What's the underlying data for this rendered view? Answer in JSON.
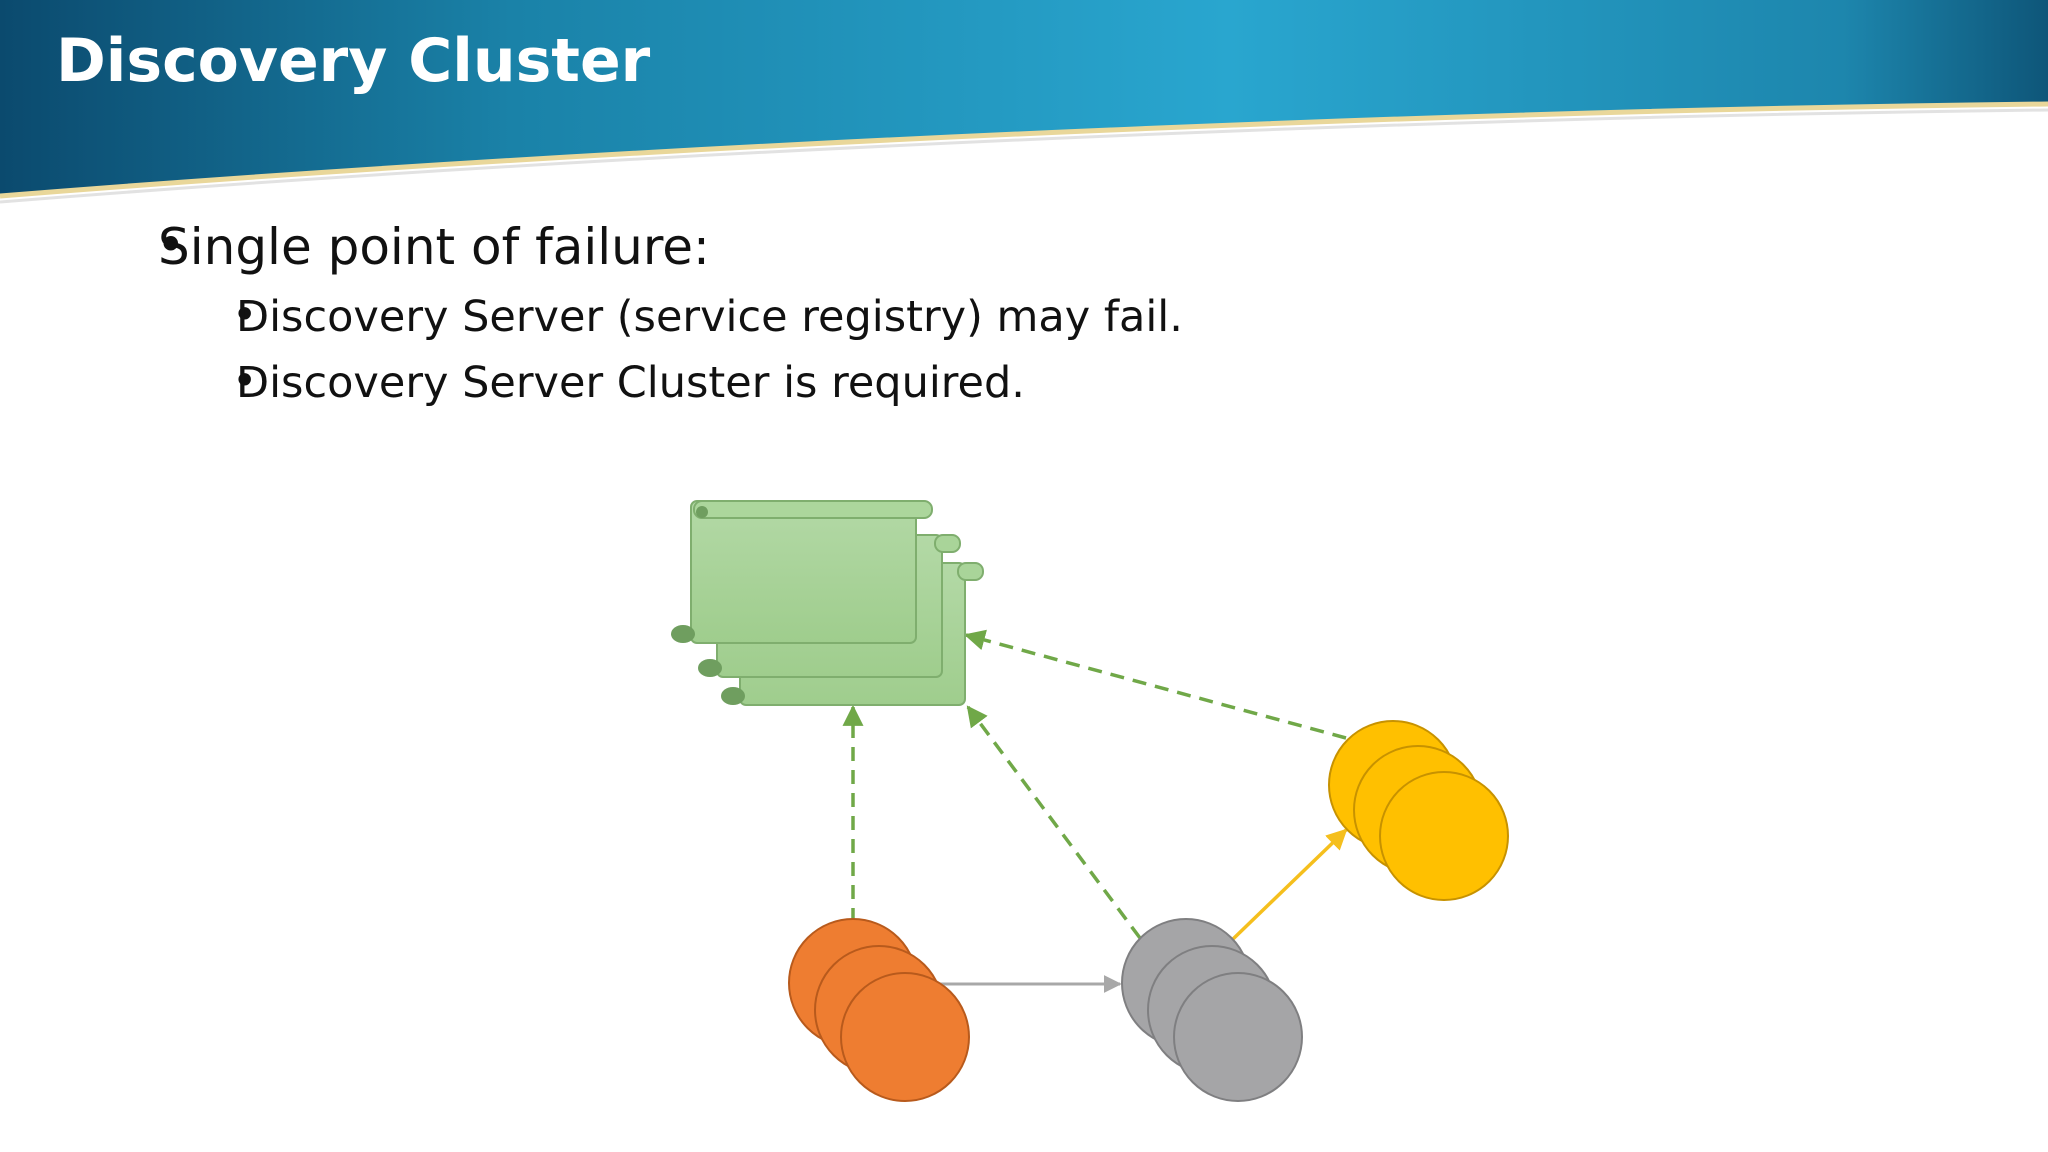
{
  "slide": {
    "title": "Discovery Cluster",
    "bullets": [
      {
        "level": 1,
        "text": "Single point of failure:"
      },
      {
        "level": 2,
        "text": "Discovery Server (service registry) may fail."
      },
      {
        "level": 2,
        "text": "Discovery Server Cluster is required."
      }
    ]
  },
  "colors": {
    "header_blue_dark": "#0b4a6e",
    "header_blue_light": "#29a6cf",
    "header_accent_line": "#e9d79a",
    "registry_green": "#a5d394",
    "registry_green_dark": "#6f9e5f",
    "arrow_green": "#70a848",
    "orange": "#ee7d31",
    "gray": "#a5a5a7",
    "yellow": "#ffc000",
    "arrow_gray": "#a8a8a8",
    "arrow_yellow": "#f5bf1d"
  },
  "diagram": {
    "nodes": [
      {
        "id": "registry",
        "shape": "scroll-stack",
        "count": 3,
        "color": "registry_green"
      },
      {
        "id": "orange-service",
        "shape": "circle-stack",
        "count": 3,
        "color": "orange"
      },
      {
        "id": "gray-service",
        "shape": "circle-stack",
        "count": 3,
        "color": "gray"
      },
      {
        "id": "yellow-service",
        "shape": "circle-stack",
        "count": 3,
        "color": "yellow"
      }
    ],
    "edges": [
      {
        "from": "orange-service",
        "to": "registry",
        "style": "dashed",
        "color": "arrow_green"
      },
      {
        "from": "gray-service",
        "to": "registry",
        "style": "dashed",
        "color": "arrow_green"
      },
      {
        "from": "yellow-service",
        "to": "registry",
        "style": "dashed",
        "color": "arrow_green"
      },
      {
        "from": "orange-service",
        "to": "gray-service",
        "style": "solid",
        "color": "arrow_gray"
      },
      {
        "from": "gray-service",
        "to": "yellow-service",
        "style": "solid",
        "color": "arrow_yellow"
      }
    ]
  }
}
